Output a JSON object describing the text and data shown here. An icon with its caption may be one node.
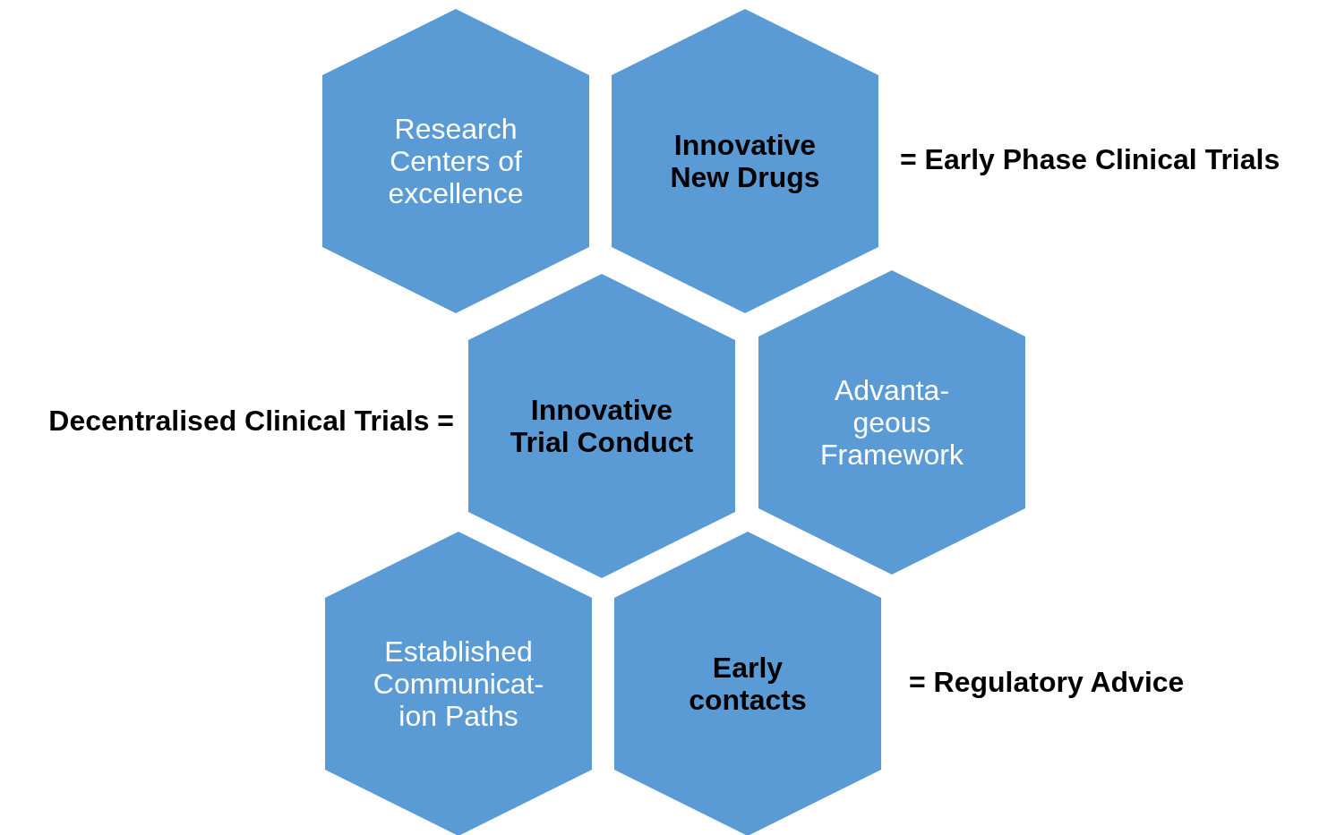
{
  "diagram": {
    "nodes": [
      {
        "text": [
          "Research Centers of excellence"
        ]
      },
      {
        "text": [
          "Innovative New Drugs"
        ],
        "beside": [
          "= Early Phase Clinical Trials"
        ]
      },
      {
        "text": [
          "Innovative Trial Conduct"
        ],
        "beside": [
          "Decentralised Clinical Trials ="
        ]
      },
      {
        "text": [
          "Advanta- geous Framework"
        ]
      },
      {
        "text": [
          "Established Communicat- ion Paths"
        ]
      },
      {
        "text": [
          "Early contacts"
        ],
        "beside": [
          "= Regulatory Advice"
        ]
      }
    ],
    "edges": []
  }
}
